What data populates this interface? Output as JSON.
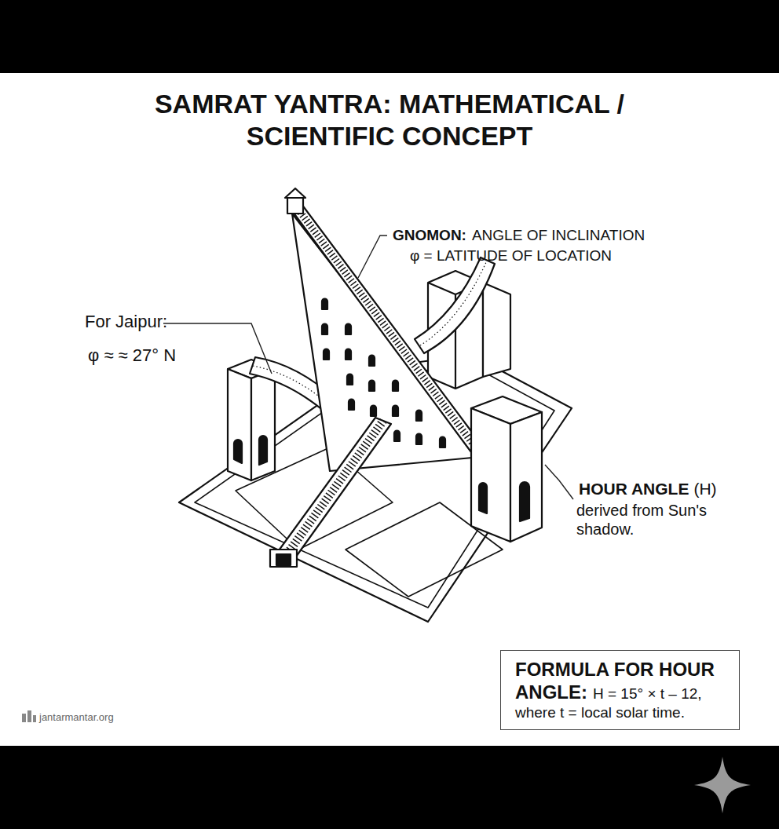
{
  "diagram": {
    "title": "SAMRAT YANTRA: MATHEMATICAL / SCIENTIFIC CONCEPT",
    "nodes": [
      {
        "text": [
          "FORMULA FOR HOUR ANGLE:",
          "H = 15° × t – 12, where t = local solar time."
        ]
      }
    ],
    "labels": [
      "GNOMON:",
      "ANGLE OF INCLINATION",
      "φ = LATITUDE OF LOCATION",
      "For Jaipur:",
      "φ ≈ ≈ 27° N",
      "HOUR ANGLE",
      "(H)",
      "derived from Sun's shadow.",
      "jantarmantar.org"
    ]
  }
}
